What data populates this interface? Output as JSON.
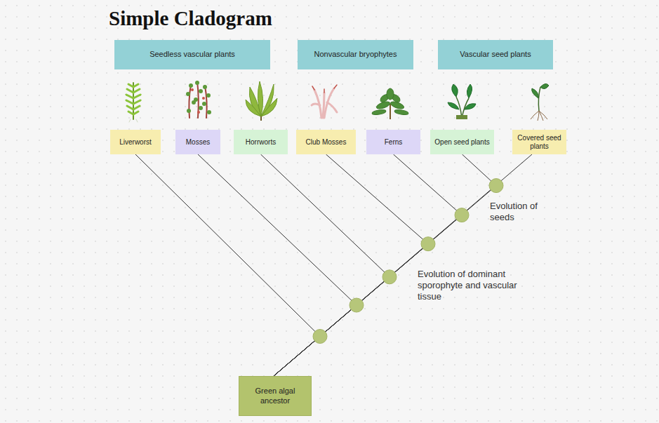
{
  "diagram": {
    "title": "Simple Cladogram",
    "nodes": [
      {
        "text": [
          "Seedless vascular plants"
        ]
      },
      {
        "text": [
          "Nonvascular bryophytes"
        ]
      },
      {
        "text": [
          "Vascular seed plants"
        ]
      },
      {
        "text": [
          "Liverworst"
        ]
      },
      {
        "text": [
          "Mosses"
        ]
      },
      {
        "text": [
          "Horrworts"
        ]
      },
      {
        "text": [
          "Club Mosses"
        ]
      },
      {
        "text": [
          "Ferns"
        ]
      },
      {
        "text": [
          "Open seed plants"
        ]
      },
      {
        "text": [
          "Covered seed plants"
        ]
      },
      {
        "text": [
          "Green algal ancestor"
        ]
      }
    ],
    "edges": [
      {
        "from": 10,
        "to": 3,
        "arrow": "none"
      },
      {
        "from": 10,
        "to": 4,
        "arrow": "none"
      },
      {
        "from": 10,
        "to": 5,
        "arrow": "none"
      },
      {
        "from": 10,
        "to": 6,
        "arrow": "none"
      },
      {
        "from": 10,
        "to": 7,
        "arrow": "none"
      },
      {
        "from": 10,
        "to": 8,
        "arrow": "none"
      },
      {
        "from": 10,
        "to": 9,
        "arrow": "none"
      }
    ],
    "labels": [
      "Evolution of seeds",
      "Evolution of dominant sporophyte and vascular tissue"
    ]
  }
}
